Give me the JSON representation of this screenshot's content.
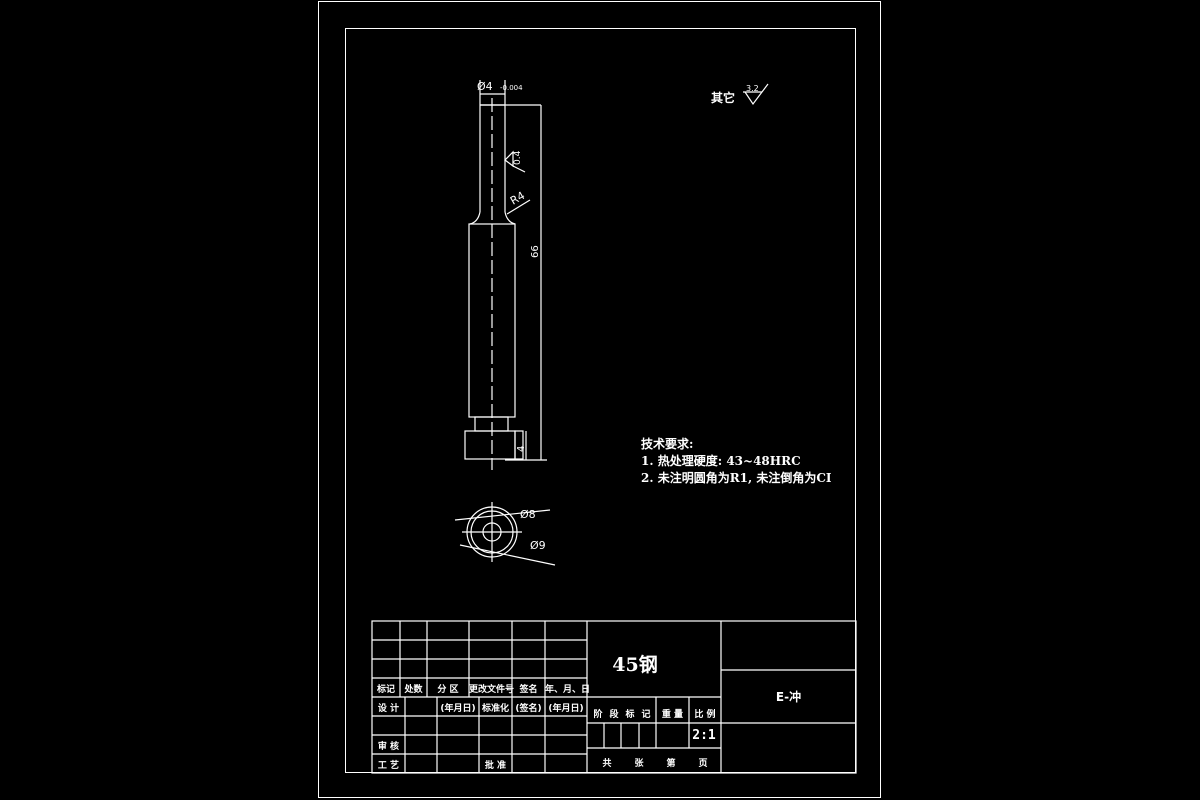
{
  "drawing": {
    "surface_finish_other": {
      "label": "其它",
      "roughness": "3.2"
    },
    "dimensions": {
      "top_diameter": "Ø4",
      "top_tolerance": "-0.004",
      "roughness_shaft": "0.4",
      "fillet_radius": "R4",
      "overall_length": "66",
      "head_height": "4",
      "section_d1": "Ø8",
      "section_d2": "Ø9"
    },
    "tech_requirements": {
      "title": "技术要求:",
      "line1": "1. 热处理硬度: 43~48HRC",
      "line2": "2. 未注明圆角为R1, 未注倒角为CI"
    }
  },
  "title_block": {
    "material": "45钢",
    "drawing_name": "E-冲",
    "scale": "2:1",
    "header_row": [
      "标记",
      "处数",
      "分 区",
      "更改文件号",
      "签名",
      "年、月、日"
    ],
    "design_row": [
      "设 计",
      "",
      "(年月日)",
      "标准化",
      "(签名)",
      "(年月日)"
    ],
    "review_label": "审 核",
    "process_label": "工 艺",
    "approve_label": "批 准",
    "stage_labels": [
      "阶",
      "段",
      "标",
      "记"
    ],
    "weight_label": "重 量",
    "scale_label": "比 例",
    "sheet_labels": [
      "共",
      "张",
      "第",
      "页"
    ]
  }
}
